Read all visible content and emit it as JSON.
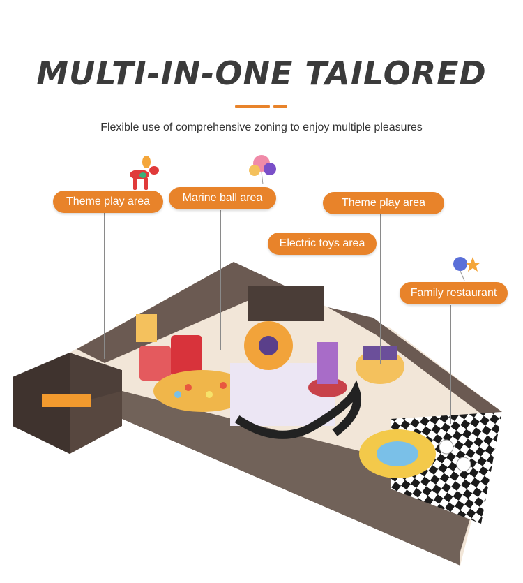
{
  "header": {
    "title": "MULTI-IN-ONE TAILORED",
    "subtitle": "Flexible use of comprehensive zoning to enjoy multiple pleasures"
  },
  "areas": [
    {
      "label": "Theme play area"
    },
    {
      "label": "Marine ball area"
    },
    {
      "label": "Electric toys area"
    },
    {
      "label": "Theme play area"
    },
    {
      "label": "Family restaurant"
    }
  ],
  "icons": {
    "balloon_dog": "balloon-dog-icon",
    "balloons": "balloons-icon",
    "balloon_star": "balloon-star-icon"
  },
  "colors": {
    "accent": "#e8832a",
    "title": "#3b3b3b",
    "wall": "#5a4a43",
    "floor": "#f2e6d8"
  }
}
